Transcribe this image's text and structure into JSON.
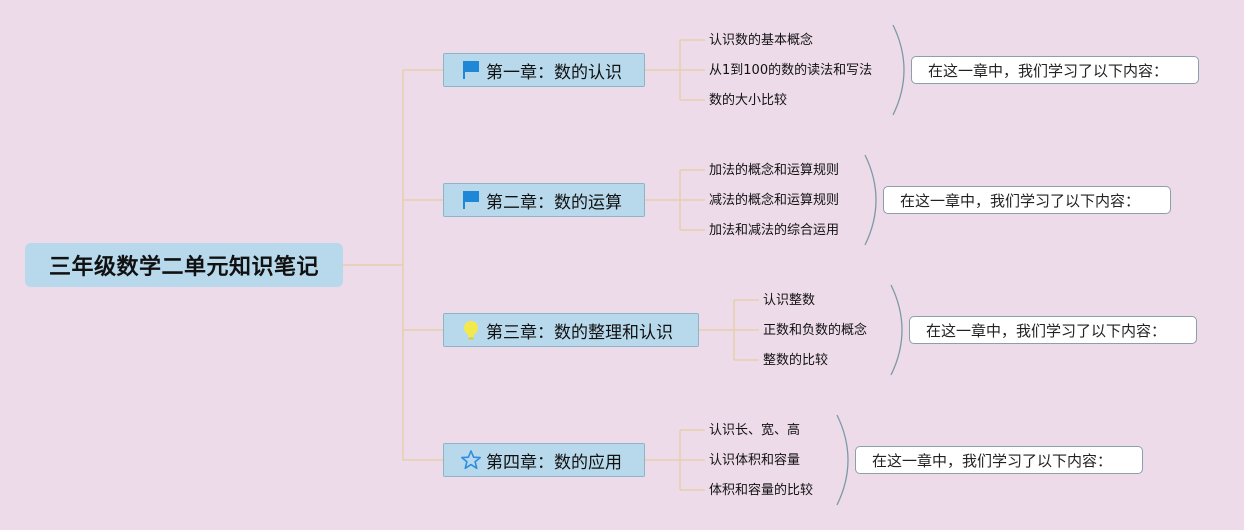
{
  "root": {
    "title": "三年级数学二单元知识笔记"
  },
  "chapters": [
    {
      "title": "第一章：数的认识",
      "icon": "flag-icon",
      "items": [
        "认识数的基本概念",
        "从1到100的数的读法和写法",
        "数的大小比较"
      ],
      "summary": "在这一章中，我们学习了以下内容："
    },
    {
      "title": "第二章：数的运算",
      "icon": "flag-icon",
      "items": [
        "加法的概念和运算规则",
        "减法的概念和运算规则",
        "加法和减法的综合运用"
      ],
      "summary": "在这一章中，我们学习了以下内容："
    },
    {
      "title": "第三章：数的整理和认识",
      "icon": "lightbulb-icon",
      "items": [
        "认识整数",
        "正数和负数的概念",
        "整数的比较"
      ],
      "summary": "在这一章中，我们学习了以下内容："
    },
    {
      "title": "第四章：数的应用",
      "icon": "star-icon",
      "items": [
        "认识长、宽、高",
        "认识体积和容量",
        "体积和容量的比较"
      ],
      "summary": "在这一章中，我们学习了以下内容："
    }
  ],
  "colors": {
    "background": "#eddbe9",
    "node_fill": "#b8d9ec",
    "connector": "#e6cfae",
    "flag": "#1e88d6",
    "bulb": "#f2e94e",
    "star": "#2f8de0"
  }
}
